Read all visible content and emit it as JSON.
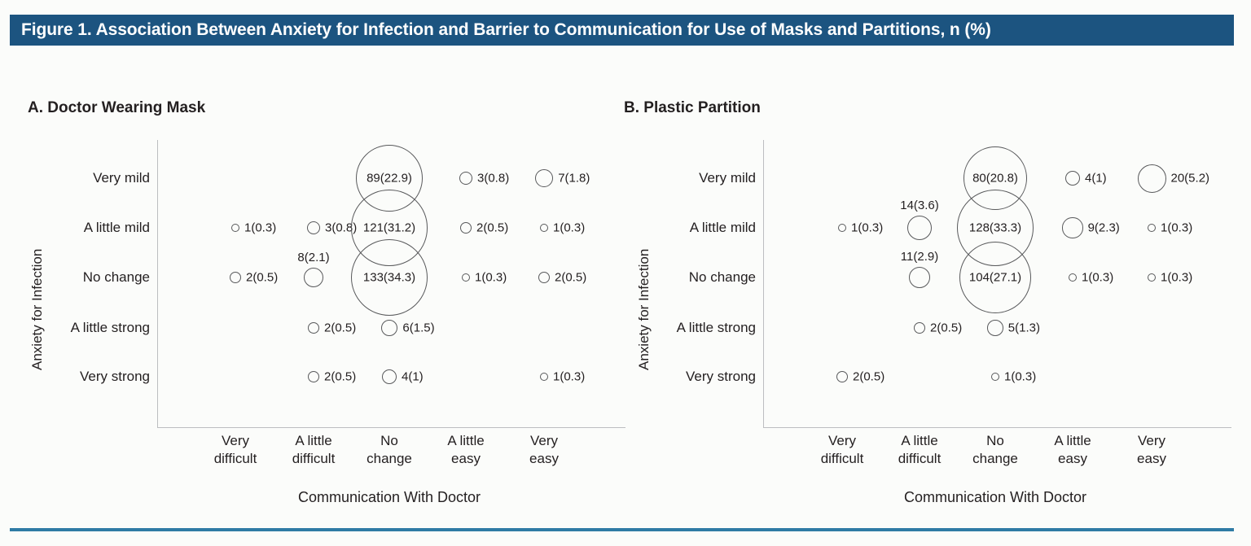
{
  "figure": {
    "title": "Figure 1. Association Between Anxiety for Infection and Barrier to Communication for Use of Masks and Partitions, n (%)",
    "banner_color": "#1c5480",
    "rule_color": "#2f7ba5"
  },
  "chart_data": [
    {
      "type": "scatter",
      "panel_id": "A",
      "title": "A. Doctor Wearing Mask",
      "xlabel": "Communication With Doctor",
      "ylabel": "Anxiety for Infection",
      "categories_x": [
        "Very difficult",
        "A little difficult",
        "No change",
        "A little easy",
        "Very easy"
      ],
      "categories_y": [
        "Very mild",
        "A little mild",
        "No change",
        "A little strong",
        "Very strong"
      ],
      "grid": false,
      "legend": "none",
      "note": "Bubble area encodes n; label shows n(%)",
      "points": [
        {
          "x": "No change",
          "y": "Very mild",
          "n": 89,
          "pct": 22.9,
          "label": "89(22.9)",
          "label_pos": "center"
        },
        {
          "x": "A little easy",
          "y": "Very mild",
          "n": 3,
          "pct": 0.8,
          "label": "3(0.8)",
          "label_pos": "right"
        },
        {
          "x": "Very easy",
          "y": "Very mild",
          "n": 7,
          "pct": 1.8,
          "label": "7(1.8)",
          "label_pos": "right"
        },
        {
          "x": "Very difficult",
          "y": "A little mild",
          "n": 1,
          "pct": 0.3,
          "label": "1(0.3)",
          "label_pos": "right"
        },
        {
          "x": "A little difficult",
          "y": "A little mild",
          "n": 3,
          "pct": 0.8,
          "label": "3(0.8)",
          "label_pos": "right"
        },
        {
          "x": "No change",
          "y": "A little mild",
          "n": 121,
          "pct": 31.2,
          "label": "121(31.2)",
          "label_pos": "center"
        },
        {
          "x": "A little easy",
          "y": "A little mild",
          "n": 2,
          "pct": 0.5,
          "label": "2(0.5)",
          "label_pos": "right"
        },
        {
          "x": "Very easy",
          "y": "A little mild",
          "n": 1,
          "pct": 0.3,
          "label": "1(0.3)",
          "label_pos": "right"
        },
        {
          "x": "Very difficult",
          "y": "No change",
          "n": 2,
          "pct": 0.5,
          "label": "2(0.5)",
          "label_pos": "right"
        },
        {
          "x": "A little difficult",
          "y": "No change",
          "n": 8,
          "pct": 2.1,
          "label": "8(2.1)",
          "label_pos": "above"
        },
        {
          "x": "No change",
          "y": "No change",
          "n": 133,
          "pct": 34.3,
          "label": "133(34.3)",
          "label_pos": "center"
        },
        {
          "x": "A little easy",
          "y": "No change",
          "n": 1,
          "pct": 0.3,
          "label": "1(0.3)",
          "label_pos": "right"
        },
        {
          "x": "Very easy",
          "y": "No change",
          "n": 2,
          "pct": 0.5,
          "label": "2(0.5)",
          "label_pos": "right"
        },
        {
          "x": "A little difficult",
          "y": "A little strong",
          "n": 2,
          "pct": 0.5,
          "label": "2(0.5)",
          "label_pos": "right"
        },
        {
          "x": "No change",
          "y": "A little strong",
          "n": 6,
          "pct": 1.5,
          "label": "6(1.5)",
          "label_pos": "right"
        },
        {
          "x": "A little difficult",
          "y": "Very strong",
          "n": 2,
          "pct": 0.5,
          "label": "2(0.5)",
          "label_pos": "right"
        },
        {
          "x": "No change",
          "y": "Very strong",
          "n": 4,
          "pct": 1.0,
          "label": "4(1)",
          "label_pos": "right"
        },
        {
          "x": "Very easy",
          "y": "Very strong",
          "n": 1,
          "pct": 0.3,
          "label": "1(0.3)",
          "label_pos": "right"
        }
      ]
    },
    {
      "type": "scatter",
      "panel_id": "B",
      "title": "B. Plastic Partition",
      "xlabel": "Communication With Doctor",
      "ylabel": "Anxiety for Infection",
      "categories_x": [
        "Very difficult",
        "A little difficult",
        "No change",
        "A little easy",
        "Very easy"
      ],
      "categories_y": [
        "Very mild",
        "A little mild",
        "No change",
        "A little strong",
        "Very strong"
      ],
      "grid": false,
      "legend": "none",
      "note": "Bubble area encodes n; label shows n(%)",
      "points": [
        {
          "x": "No change",
          "y": "Very mild",
          "n": 80,
          "pct": 20.8,
          "label": "80(20.8)",
          "label_pos": "center"
        },
        {
          "x": "A little easy",
          "y": "Very mild",
          "n": 4,
          "pct": 1.0,
          "label": "4(1)",
          "label_pos": "right"
        },
        {
          "x": "Very easy",
          "y": "Very mild",
          "n": 20,
          "pct": 5.2,
          "label": "20(5.2)",
          "label_pos": "right"
        },
        {
          "x": "Very difficult",
          "y": "A little mild",
          "n": 1,
          "pct": 0.3,
          "label": "1(0.3)",
          "label_pos": "right"
        },
        {
          "x": "A little difficult",
          "y": "A little mild",
          "n": 14,
          "pct": 3.6,
          "label": "14(3.6)",
          "label_pos": "above"
        },
        {
          "x": "No change",
          "y": "A little mild",
          "n": 128,
          "pct": 33.3,
          "label": "128(33.3)",
          "label_pos": "center"
        },
        {
          "x": "A little easy",
          "y": "A little mild",
          "n": 9,
          "pct": 2.3,
          "label": "9(2.3)",
          "label_pos": "right"
        },
        {
          "x": "Very easy",
          "y": "A little mild",
          "n": 1,
          "pct": 0.3,
          "label": "1(0.3)",
          "label_pos": "right"
        },
        {
          "x": "A little difficult",
          "y": "No change",
          "n": 11,
          "pct": 2.9,
          "label": "11(2.9)",
          "label_pos": "above"
        },
        {
          "x": "No change",
          "y": "No change",
          "n": 104,
          "pct": 27.1,
          "label": "104(27.1)",
          "label_pos": "center"
        },
        {
          "x": "A little easy",
          "y": "No change",
          "n": 1,
          "pct": 0.3,
          "label": "1(0.3)",
          "label_pos": "right"
        },
        {
          "x": "Very easy",
          "y": "No change",
          "n": 1,
          "pct": 0.3,
          "label": "1(0.3)",
          "label_pos": "right"
        },
        {
          "x": "A little difficult",
          "y": "A little strong",
          "n": 2,
          "pct": 0.5,
          "label": "2(0.5)",
          "label_pos": "right"
        },
        {
          "x": "No change",
          "y": "A little strong",
          "n": 5,
          "pct": 1.3,
          "label": "5(1.3)",
          "label_pos": "right"
        },
        {
          "x": "Very difficult",
          "y": "Very strong",
          "n": 2,
          "pct": 0.5,
          "label": "2(0.5)",
          "label_pos": "right"
        },
        {
          "x": "No change",
          "y": "Very strong",
          "n": 1,
          "pct": 0.3,
          "label": "1(0.3)",
          "label_pos": "right"
        }
      ]
    }
  ]
}
